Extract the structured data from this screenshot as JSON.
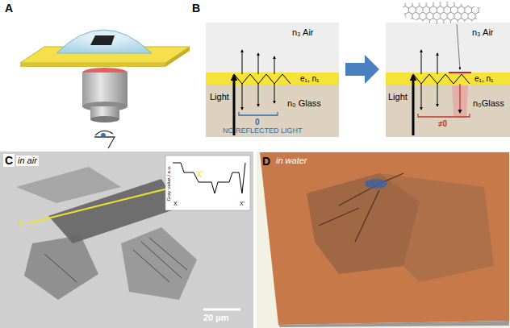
{
  "diagram": {
    "labels": [
      "A",
      "B",
      "n₃ Air",
      "e₁, n₁",
      "Light",
      "0",
      "n₀ Glass",
      "NO REFLECTED LIGHT",
      "n₃ Air",
      "e₁, n₁",
      "Light",
      "≠0",
      "n₀Glass",
      "C",
      "in air",
      "Gray value / a.u.",
      "X",
      "X'",
      "X",
      "X'",
      "20 µm",
      "D",
      "in water"
    ]
  }
}
